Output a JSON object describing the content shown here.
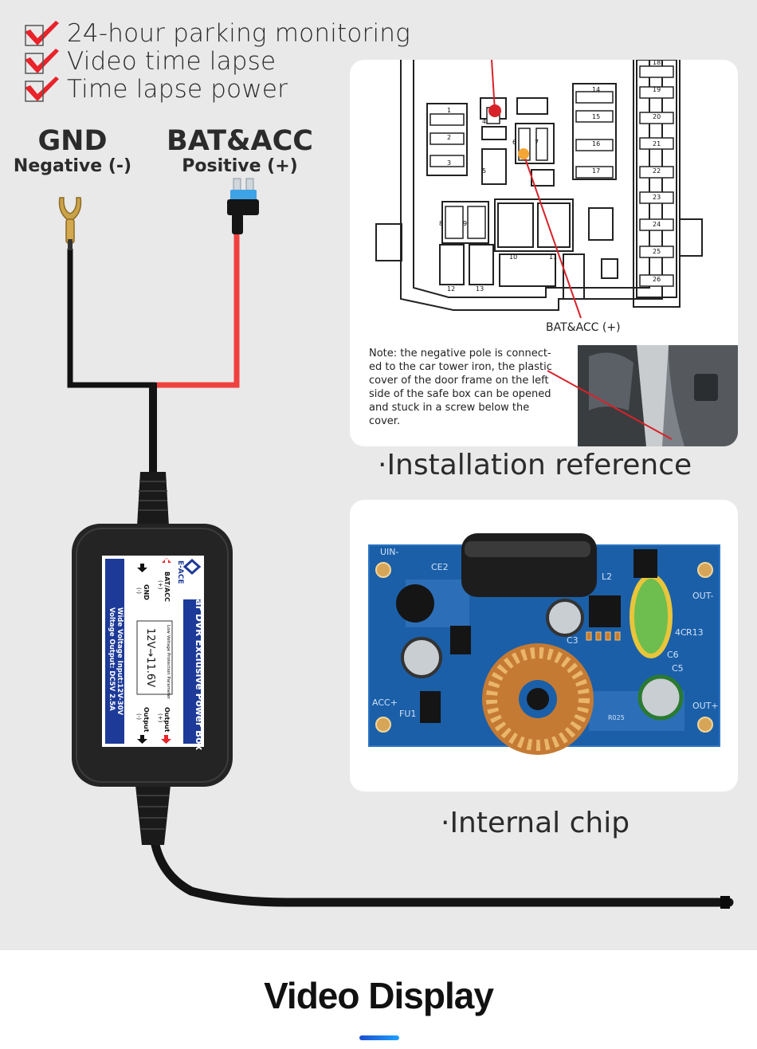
{
  "features": [
    {
      "label": "24-hour parking monitoring",
      "icon": "red-check-icon"
    },
    {
      "label": "Video time lapse",
      "icon": "red-check-icon"
    },
    {
      "label": "Time lapse power",
      "icon": "red-check-icon"
    }
  ],
  "wires": {
    "gnd": {
      "title": "GND",
      "subtitle": "Negative (-)"
    },
    "bat": {
      "title": "BAT&ACC",
      "subtitle": "Positive (+)"
    }
  },
  "power_box": {
    "brand": "E-ACE",
    "product": "Car DVR Exclusive Power Box",
    "in_pos": "BAT/ACC",
    "in_pos_sign": "(+)",
    "gnd": "GND",
    "gnd_sign": "(-)",
    "param_label": "Low Voltage Protection Parameter",
    "param_value": "12V→11.6V",
    "out_pos": "Output",
    "out_pos_sign": "(+)",
    "out_neg": "Output",
    "out_neg_sign": "(-)",
    "spec_input": "Wide Voltage Input:12V-30V",
    "spec_output": "Voltage Output: DC5V 2.5A"
  },
  "installation": {
    "fuse_numbers": [
      "1",
      "2",
      "3",
      "4",
      "5",
      "6",
      "7",
      "8",
      "9",
      "10",
      "11",
      "12",
      "13",
      "14",
      "15",
      "16",
      "17",
      "18",
      "19",
      "20",
      "21",
      "22",
      "23",
      "24",
      "25",
      "26"
    ],
    "bat_label": "BAT&ACC (+)",
    "note": "Note: the negative pole is connect- ed to the car tower iron, the plastic cover of the door frame on the left side of the safe box can be opened and stuck in a screw below the cover.",
    "caption": "·Installation reference"
  },
  "chip": {
    "labels": [
      "UIN-",
      "CE2",
      "L2",
      "OUT-",
      "C3",
      "R13",
      "4C",
      "C6",
      "C5",
      "ACC+",
      "FU1",
      "R025",
      "OUT+"
    ],
    "caption": "·Internal chip"
  },
  "footer": {
    "title": "Video Display"
  },
  "colors": {
    "accent_red": "#e8232a",
    "wire_red": "#f0413f",
    "pcb_blue": "#1b5fa8",
    "footer_bar": "#1e6ff0"
  }
}
